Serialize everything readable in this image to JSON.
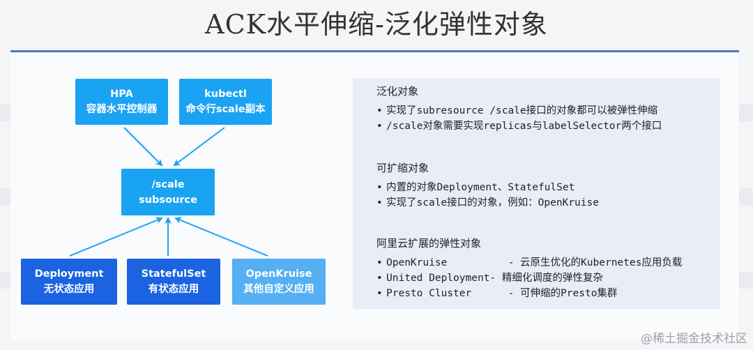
{
  "title": "ACK水平伸缩-泛化弹性对象",
  "colors": {
    "accent": "#4a78c2",
    "node_light": "#1ba3f3",
    "node_dark": "#1b63e0",
    "node_pale": "#55aff2",
    "arrow": "#1ba3f3",
    "panel_bg": "#e8edf6"
  },
  "diagram": {
    "hpa": {
      "line1": "HPA",
      "line2": "容器水平控制器"
    },
    "kubectl": {
      "line1": "kubectl",
      "line2": "命令行scale副本"
    },
    "scale": {
      "line1": "/scale",
      "line2": "subsource"
    },
    "deployment": {
      "line1": "Deployment",
      "line2": "无状态应用"
    },
    "statefulset": {
      "line1": "StatefulSet",
      "line2": "有状态应用"
    },
    "openkruise": {
      "line1": "OpenKruise",
      "line2": "其他自定义应用"
    }
  },
  "panel": {
    "sections": [
      {
        "title": "泛化对象",
        "bullets": [
          "实现了subresource /scale接口的对象都可以被弹性伸缩",
          "/scale对象需要实现replicas与labelSelector两个接口"
        ]
      },
      {
        "title": "可扩缩对象",
        "bullets": [
          "内置的对象Deployment、StatefulSet",
          "实现了scale接口的对象，例如：OpenKruise"
        ]
      },
      {
        "title": "阿里云扩展的弹性对象",
        "bullets": [
          "OpenKruise          - 云原生优化的Kubernetes应用负载",
          "United Deployment- 精细化调度的弹性复杂",
          "Presto Cluster      - 可伸缩的Presto集群"
        ]
      }
    ]
  },
  "watermark": "@稀土掘金技术社区"
}
